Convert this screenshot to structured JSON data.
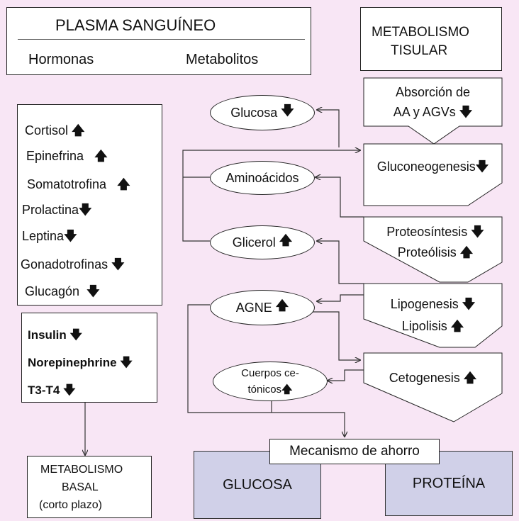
{
  "plasma": {
    "title": "PLASMA SANGUÍNEO",
    "hormonas": "Hormonas",
    "metabolitos": "Metabolitos"
  },
  "tisular": {
    "line1": "METABOLISMO",
    "line2": "TISULAR"
  },
  "hormones_top": [
    {
      "label": "Cortisol",
      "arrow": "🡅"
    },
    {
      "label": "Epinefrina",
      "arrow": "🡅"
    },
    {
      "label": "Somatotrofina",
      "arrow": "🡅"
    },
    {
      "label": "Prolactina",
      "arrow": "🡇"
    },
    {
      "label": "Leptina",
      "arrow": "🡇"
    },
    {
      "label": "Gonadotrofinas",
      "arrow": "🡇"
    },
    {
      "label": "Glucagón",
      "arrow": "🡇"
    }
  ],
  "hormones_bottom": [
    {
      "label": "Insulin",
      "arrow": "🡇"
    },
    {
      "label": "Norepinephrine",
      "arrow": "🡇"
    },
    {
      "label": "T3-T4",
      "arrow": "🡇"
    }
  ],
  "metab_basal": {
    "line1": "METABOLISMO",
    "line2": "BASAL",
    "line3": "(corto plazo)"
  },
  "metabolites": {
    "glucosa": {
      "label": "Glucosa",
      "arrow": "🡇"
    },
    "aminoacidos": {
      "label": "Aminoácidos"
    },
    "glicerol": {
      "label": "Glicerol",
      "arrow": "🡅"
    },
    "agne": {
      "label": "AGNE",
      "arrow": "🡅"
    },
    "cuerpos": {
      "line1": "Cuerpos ce-",
      "line2": "tónicos",
      "arrow": "🡅"
    }
  },
  "processes": {
    "absorcion": {
      "line1": "Absorción de",
      "line2": "AA y AGVs",
      "arrow": "🡇"
    },
    "gluconeo": {
      "label": "Gluconeogenesis",
      "arrow": "🡇"
    },
    "proteo": {
      "line1": "Proteosíntesis",
      "arrow1": "🡇",
      "line2": "Proteólisis",
      "arrow2": "🡅"
    },
    "lipo": {
      "line1": "Lipogenesis",
      "arrow1": "🡇",
      "line2": "Lipolisis",
      "arrow2": "🡅"
    },
    "ceto": {
      "label": "Cetogenesis",
      "arrow": "🡅"
    }
  },
  "ahorro": {
    "label": "Mecanismo de ahorro",
    "glucosa": "GLUCOSA",
    "proteina": "PROTEÍNA"
  },
  "colors": {
    "background": "#f8e6f5",
    "blue_box": "#d0d0e8",
    "line": "#333333"
  }
}
